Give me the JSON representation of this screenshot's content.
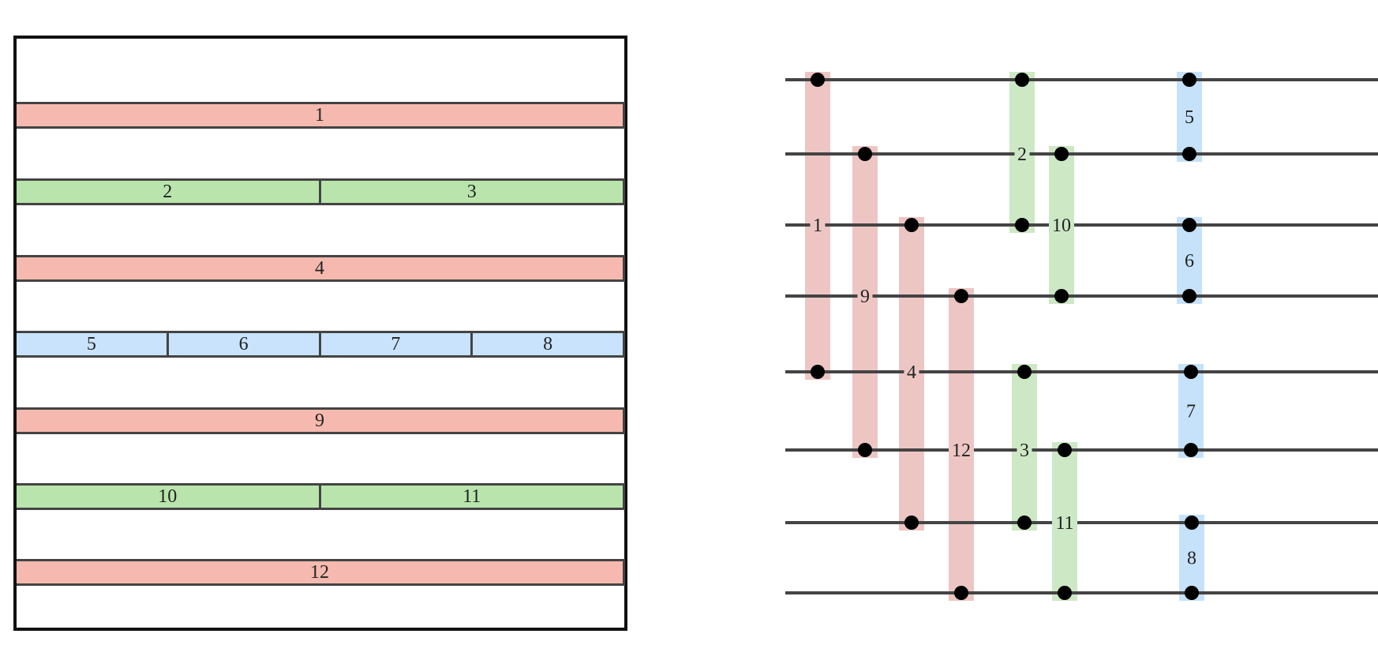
{
  "colors": {
    "pink": "#f5b9af",
    "green": "#b9e5ac",
    "blue": "#c8e3fb",
    "pink_gate": "#edc6c4",
    "green_gate": "#cde8c5",
    "blue_gate": "#c6e2fa",
    "wire": "#444444",
    "dot": "#000000"
  },
  "layers": [
    {
      "color": "pink",
      "segments": [
        "1"
      ]
    },
    {
      "color": "green",
      "segments": [
        "2",
        "3"
      ]
    },
    {
      "color": "pink",
      "segments": [
        "4"
      ]
    },
    {
      "color": "blue",
      "segments": [
        "5",
        "6",
        "7",
        "8"
      ]
    },
    {
      "color": "pink",
      "segments": [
        "9"
      ]
    },
    {
      "color": "green",
      "segments": [
        "10",
        "11"
      ]
    },
    {
      "color": "pink",
      "segments": [
        "12"
      ]
    }
  ],
  "circuit": {
    "wire_count": 8,
    "gates": [
      {
        "label": "1",
        "color": "pink_gate",
        "from": 0,
        "to": 4
      },
      {
        "label": "9",
        "color": "pink_gate",
        "from": 1,
        "to": 5
      },
      {
        "label": "4",
        "color": "pink_gate",
        "from": 2,
        "to": 6
      },
      {
        "label": "12",
        "color": "pink_gate",
        "from": 3,
        "to": 7
      },
      {
        "label": "2",
        "color": "green_gate",
        "from": 0,
        "to": 2
      },
      {
        "label": "10",
        "color": "green_gate",
        "from": 1,
        "to": 3
      },
      {
        "label": "3",
        "color": "green_gate",
        "from": 4,
        "to": 6
      },
      {
        "label": "11",
        "color": "green_gate",
        "from": 5,
        "to": 7
      },
      {
        "label": "5",
        "color": "blue_gate",
        "from": 0,
        "to": 1
      },
      {
        "label": "6",
        "color": "blue_gate",
        "from": 2,
        "to": 3
      },
      {
        "label": "7",
        "color": "blue_gate",
        "from": 4,
        "to": 5
      },
      {
        "label": "8",
        "color": "blue_gate",
        "from": 6,
        "to": 7
      }
    ]
  }
}
